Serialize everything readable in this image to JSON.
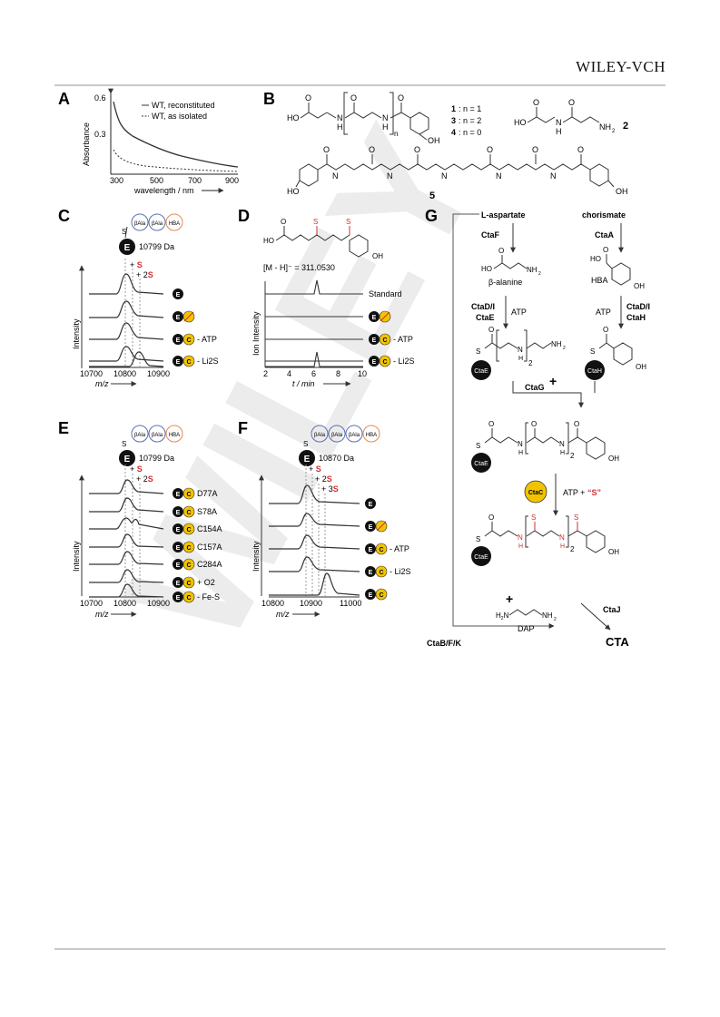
{
  "header": {
    "publisher_caps": "WILEY",
    "publisher_suffix": "-VCH"
  },
  "watermark": "WILEY",
  "colors": {
    "enzyme_black": "#111111",
    "ctac_yellow": "#f2c400",
    "sulfur_red": "#d42f2f",
    "bala_blue": "#5b6fb5",
    "hba_orange": "#e8894a",
    "spectrum": "#333333",
    "dash": "#9a9a9a"
  },
  "panel_labels": [
    "A",
    "B",
    "C",
    "D",
    "E",
    "F",
    "G"
  ],
  "panelA": {
    "legend": [
      "WT, reconstituted",
      "WT, as isolated"
    ],
    "ylabel": "Absorbance",
    "xlabel": "wavelength / nm",
    "yticks": [
      "0.6",
      "0.3"
    ],
    "xticks": [
      "300",
      "500",
      "700",
      "900"
    ]
  },
  "panelB": {
    "compound_labels": {
      "c1": "1",
      "c3": "3",
      "c4": "4",
      "c2": "2",
      "c5": "5"
    },
    "n_values": [
      ": n = 1",
      ": n = 2",
      ": n = 0"
    ],
    "atoms": {
      "HO": "HO",
      "OH": "OH",
      "O": "O",
      "N": "N",
      "H": "H",
      "NH2": "NH",
      "sub2": "2",
      "n": "n"
    }
  },
  "panelC": {
    "mass": "10799 Da",
    "domains": [
      "βAla",
      "βAla",
      "HBA"
    ],
    "adducts": [
      "+ S",
      "+ 2S"
    ],
    "rows": [
      "",
      "",
      "- ATP",
      "- Li2S",
      ""
    ],
    "ylabel": "Intensity",
    "xlabel": "m/z",
    "xticks": [
      "10700",
      "10800",
      "10900"
    ]
  },
  "panelD": {
    "mass_formula": "[M - H]⁻ = 311.0530",
    "rows": [
      "Standard",
      "",
      "- ATP",
      "- Li2S",
      ""
    ],
    "ylabel": "Ion Intensity",
    "xlabel": "t / min",
    "xticks": [
      "2",
      "4",
      "6",
      "8",
      "10"
    ]
  },
  "panelE": {
    "mass": "10799 Da",
    "domains": [
      "βAla",
      "βAla",
      "HBA"
    ],
    "adducts": [
      "+ S",
      "+ 2S"
    ],
    "rows": [
      "D77A",
      "S78A",
      "C154A",
      "C157A",
      "C284A",
      "+ O2",
      "- Fe-S"
    ],
    "ylabel": "Intensity",
    "xlabel": "m/z",
    "xticks": [
      "10700",
      "10800",
      "10900"
    ]
  },
  "panelF": {
    "mass": "10870 Da",
    "domains": [
      "βAla",
      "βAla",
      "βAla",
      "HBA"
    ],
    "adducts": [
      "+ S",
      "+ 2S",
      "+ 3S"
    ],
    "rows": [
      "",
      "",
      "- ATP",
      "- Li2S",
      ""
    ],
    "ylabel": "Intensity",
    "xlabel": "m/z",
    "xticks": [
      "10800",
      "10900",
      "11000"
    ]
  },
  "panelG": {
    "start_left": "L-aspartate",
    "start_right": "chorismate",
    "ctaF": "CtaF",
    "ctaA": "CtaA",
    "beta_alanine": "β-alanine",
    "hba": "HBA",
    "ctaDI_left": "CtaD/I",
    "ctaE": "CtaE",
    "atp": "ATP",
    "ctaDI_right": "CtaD/I",
    "ctaH": "CtaH",
    "ctaG": "CtaG",
    "ctaC": "CtaC",
    "atp_s_prefix": "ATP + ",
    "atp_s_sulfur": "“S”",
    "ctaBFK": "CtaB/F/K",
    "dap": "DAP",
    "ctaJ": "CtaJ",
    "cta": "CTA",
    "plus": "+"
  },
  "enzyme_letters": {
    "E": "E",
    "C": "C"
  }
}
